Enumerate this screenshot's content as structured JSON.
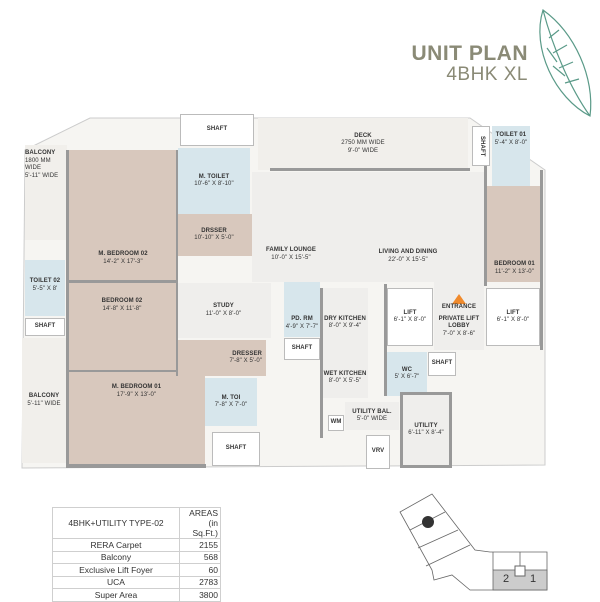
{
  "header": {
    "title": "UNIT PLAN",
    "subtitle": "4BHK XL"
  },
  "rooms": {
    "balcony_top": {
      "name": "BALCONY",
      "dim": "1800 MM WIDE",
      "dim2": "5'-11\" WIDE"
    },
    "shaft_top": {
      "name": "SHAFT"
    },
    "m_toilet": {
      "name": "M. TOILET",
      "dim": "10'-6\" X 8'-10\""
    },
    "drsser": {
      "name": "DRSSER",
      "dim": "10'-10\" X 5'-0\""
    },
    "m_bedroom_02": {
      "name": "M. BEDROOM 02",
      "dim": "14'-2\" X 17'-3\""
    },
    "deck": {
      "name": "DECK",
      "dim": "2750 MM WIDE",
      "dim2": "9'-0\" WIDE"
    },
    "family_lounge": {
      "name": "FAMILY LOUNGE",
      "dim": "10'-0\" X 15'-5\""
    },
    "living_dining": {
      "name": "LIVING AND DINING",
      "dim": "22'-0\" X 15'-5\""
    },
    "shaft_right": {
      "name": "SHAFT"
    },
    "toilet_01": {
      "name": "TOILET 01",
      "dim": "5'-4\" X 8'-0\""
    },
    "bedroom_01": {
      "name": "BEDROOM 01",
      "dim": "11'-2\" X 13'-0\""
    },
    "toilet_02": {
      "name": "TOILET 02",
      "dim": "5'-5\" X 8'"
    },
    "shaft_left": {
      "name": "SHAFT"
    },
    "bedroom_02": {
      "name": "BEDROOM 02",
      "dim": "14'-8\" X 11'-8\""
    },
    "study": {
      "name": "STUDY",
      "dim": "11'-0\" X 8'-0\""
    },
    "pd_rm": {
      "name": "PD. RM",
      "dim": "4'-9\" X 7'-7\""
    },
    "shaft_pd": {
      "name": "SHAFT"
    },
    "dry_kitchen": {
      "name": "DRY KITCHEN",
      "dim": "8'-0\" X 9'-4\""
    },
    "wet_kitchen": {
      "name": "WET KITCHEN",
      "dim": "8'-0\" X 5'-5\""
    },
    "lift_1": {
      "name": "LIFT",
      "dim": "6'-1\" X 8'-0\""
    },
    "entrance": {
      "name": "ENTRANCE"
    },
    "lobby": {
      "name": "PRIVATE LIFT LOBBY",
      "dim": "7'-0\" X 8'-6\""
    },
    "lift_2": {
      "name": "LIFT",
      "dim": "6'-1\" X 8'-0\""
    },
    "wc": {
      "name": "WC",
      "dim": "5' X 6'-7\""
    },
    "shaft_wc": {
      "name": "SHAFT"
    },
    "balcony_low": {
      "name": "BALCONY",
      "dim": "5'-11\" WIDE"
    },
    "dresser": {
      "name": "DRESSER",
      "dim": "7'-8\" X 5'-0\""
    },
    "m_toi": {
      "name": "M. TOI",
      "dim": "7'-8\" X 7'-0\""
    },
    "m_bedroom_01": {
      "name": "M. BEDROOM 01",
      "dim": "17'-9\" X 13'-0\""
    },
    "shaft_bottom": {
      "name": "SHAFT"
    },
    "utility_bal": {
      "name": "UTILITY BAL.",
      "dim": "5'-0\" WIDE"
    },
    "wm": {
      "name": "WM"
    },
    "vrv": {
      "name": "VRV"
    },
    "utility": {
      "name": "UTILITY",
      "dim": "6'-11\" X 8'-4\""
    }
  },
  "area_table": {
    "header": [
      "4BHK+UTILITY TYPE-02",
      "AREAS",
      "(in Sq.Ft.)"
    ],
    "rows": [
      [
        "RERA Carpet",
        "2155"
      ],
      [
        "Balcony",
        "568"
      ],
      [
        "Exclusive Lift Foyer",
        "60"
      ],
      [
        "UCA",
        "2783"
      ],
      [
        "Super Area",
        "3800"
      ]
    ]
  },
  "key_plan": {
    "unit_1": "1",
    "unit_2": "2"
  },
  "colors": {
    "bedroom": "#d8c8bd",
    "toilet": "#d7e6ec",
    "title": "#8a8a76",
    "leaf": "#5a9a88",
    "entrance": "#f08a2c"
  }
}
